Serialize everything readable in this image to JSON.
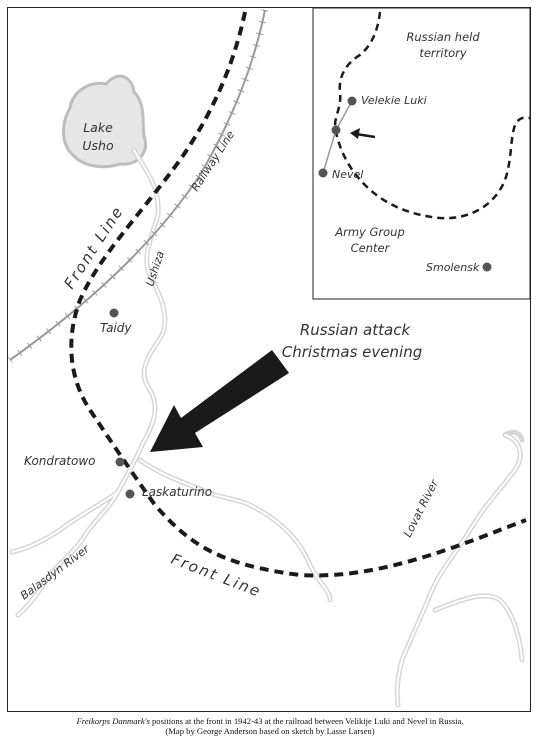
{
  "labels": {
    "lake": [
      "Lake",
      "Usho"
    ],
    "front_line_north": "Front Line",
    "front_line_south": "Front Line",
    "railway_line": "Railway Line",
    "ushiza": "Ushiza",
    "taidy": "Taidy",
    "attack": [
      "Russian attack",
      "Christmas evening"
    ],
    "kondratowo": "Kondratowo",
    "laskaturino": "Laskaturino",
    "balasdyn_river": "Balasdyn River",
    "lovat_river": "Lovat River"
  },
  "inset": {
    "russian_held": [
      "Russian held",
      "territory"
    ],
    "velekie_luki": "Velekie Luki",
    "nevel": "Nevel",
    "army_group": [
      "Army Group",
      "Center"
    ],
    "smolensk": "Smolensk"
  },
  "caption": {
    "line1_italic": "Freikorps Danmark's",
    "line1_rest": " positions at the front in 1942-43 at the railroad between Velikije Luki and Nevel in Russia.",
    "line2": "(Map by George Anderson based on sketch by Lasse Larsen)"
  },
  "colors": {
    "front_line": "#1a1a1a",
    "river": "#d9d9d9",
    "railway": "#9a9a9a",
    "town_dot": "#555555",
    "lake_fill": "#e6e6e6"
  }
}
